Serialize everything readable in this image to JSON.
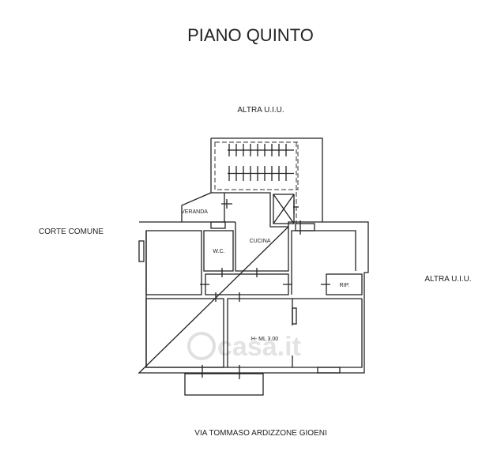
{
  "title": "PIANO QUINTO",
  "labels": {
    "north": "ALTRA U.I.U.",
    "west": "CORTE COMUNE",
    "east": "ALTRA U.I.U.",
    "south": "VIA TOMMASO ARDIZZONE GIOENI"
  },
  "rooms": {
    "veranda": "VERANDA",
    "wc": "W.C.",
    "kitchen": "CUCINA",
    "storage": "RIP.",
    "height": "H- ML 3.00"
  },
  "watermark": "casa.it",
  "colors": {
    "line": "#222222",
    "background": "#ffffff"
  }
}
